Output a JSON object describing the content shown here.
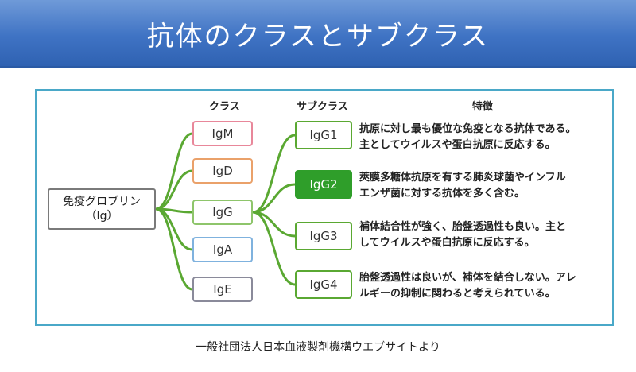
{
  "title": "抗体のクラスとサブクラス",
  "headers": {
    "class": "クラス",
    "subclass": "サブクラス",
    "feature": "特徴"
  },
  "root": {
    "line1": "免疫グロブリン",
    "line2": "（Ig）"
  },
  "classes": [
    {
      "label": "IgM",
      "color": "#e8879a"
    },
    {
      "label": "IgD",
      "color": "#eaa16a"
    },
    {
      "label": "IgG",
      "color": "#8ec56b"
    },
    {
      "label": "IgA",
      "color": "#7fb2de"
    },
    {
      "label": "IgE",
      "color": "#8a8a9a"
    }
  ],
  "subclasses": [
    {
      "label": "IgG1",
      "highlight": false
    },
    {
      "label": "IgG2",
      "highlight": true
    },
    {
      "label": "IgG3",
      "highlight": false
    },
    {
      "label": "IgG4",
      "highlight": false
    }
  ],
  "features": [
    {
      "line1": "抗原に対し最も優位な免疫となる抗体である。",
      "line2": "主としてウイルスや蛋白抗原に反応する。"
    },
    {
      "line1": "莢膜多糖体抗原を有する肺炎球菌やインフル",
      "line2": "エンザ菌に対する抗体を多く含む。"
    },
    {
      "line1": "補体結合性が強く、胎盤透過性も良い。主と",
      "line2": "してウイルスや蛋白抗原に反応する。"
    },
    {
      "line1": "胎盤透過性は良いが、補体を結合しない。アレ",
      "line2": "ルギーの抑制に関わると考えられている。"
    }
  ],
  "colors": {
    "banner": "#3f73c4",
    "panel_border": "#4aa8c8",
    "link_green": "#5aa832",
    "highlight_fill": "#2f9e2a"
  },
  "footer": "一般社団法人日本血液製剤機構ウエブサイトより"
}
